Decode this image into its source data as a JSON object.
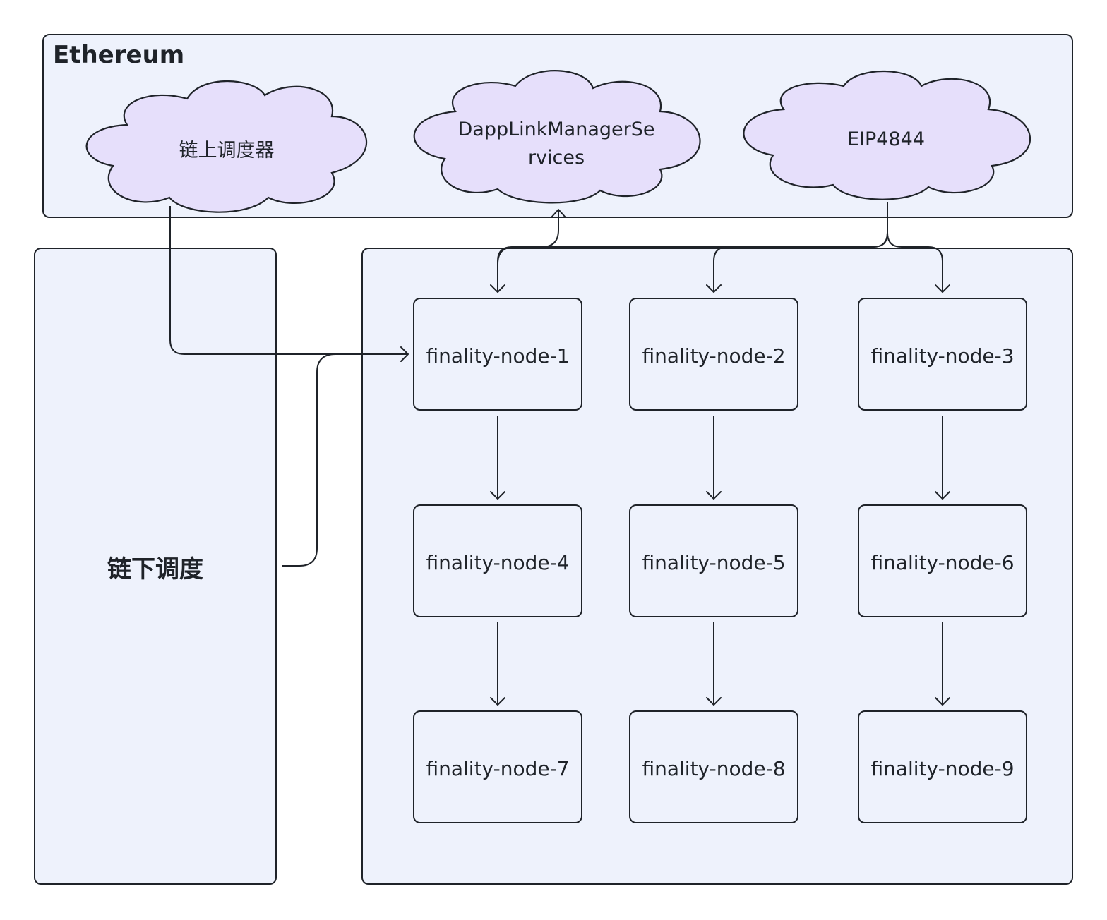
{
  "groups": {
    "ethereum": {
      "title": "Ethereum"
    },
    "offchain": {
      "title": "链下调度"
    },
    "cluster": {
      "title": ""
    }
  },
  "clouds": {
    "onchain_scheduler": {
      "label": "链上调度器"
    },
    "dapplink": {
      "label_line1": "DappLinkManagerSe",
      "label_line2": "rvices"
    },
    "eip4844": {
      "label": "EIP4844"
    }
  },
  "nodes": [
    {
      "label": "finality-node-1"
    },
    {
      "label": "finality-node-2"
    },
    {
      "label": "finality-node-3"
    },
    {
      "label": "finality-node-4"
    },
    {
      "label": "finality-node-5"
    },
    {
      "label": "finality-node-6"
    },
    {
      "label": "finality-node-7"
    },
    {
      "label": "finality-node-8"
    },
    {
      "label": "finality-node-9"
    }
  ],
  "edges": [
    {
      "from": "链上调度器",
      "to": "finality-node-1"
    },
    {
      "from": "链下调度",
      "to": "finality-node-1"
    },
    {
      "from": "finality-node-1",
      "to": "DappLinkManagerServices"
    },
    {
      "from": "EIP4844",
      "to": "finality-node-1"
    },
    {
      "from": "EIP4844",
      "to": "finality-node-2"
    },
    {
      "from": "EIP4844",
      "to": "finality-node-3"
    },
    {
      "from": "finality-node-1",
      "to": "finality-node-4"
    },
    {
      "from": "finality-node-2",
      "to": "finality-node-5"
    },
    {
      "from": "finality-node-3",
      "to": "finality-node-6"
    },
    {
      "from": "finality-node-4",
      "to": "finality-node-7"
    },
    {
      "from": "finality-node-5",
      "to": "finality-node-8"
    },
    {
      "from": "finality-node-6",
      "to": "finality-node-9"
    }
  ],
  "colors": {
    "group_fill": "#eef2fc",
    "cloud_fill": "#e6dffb",
    "stroke": "#1f2329"
  }
}
